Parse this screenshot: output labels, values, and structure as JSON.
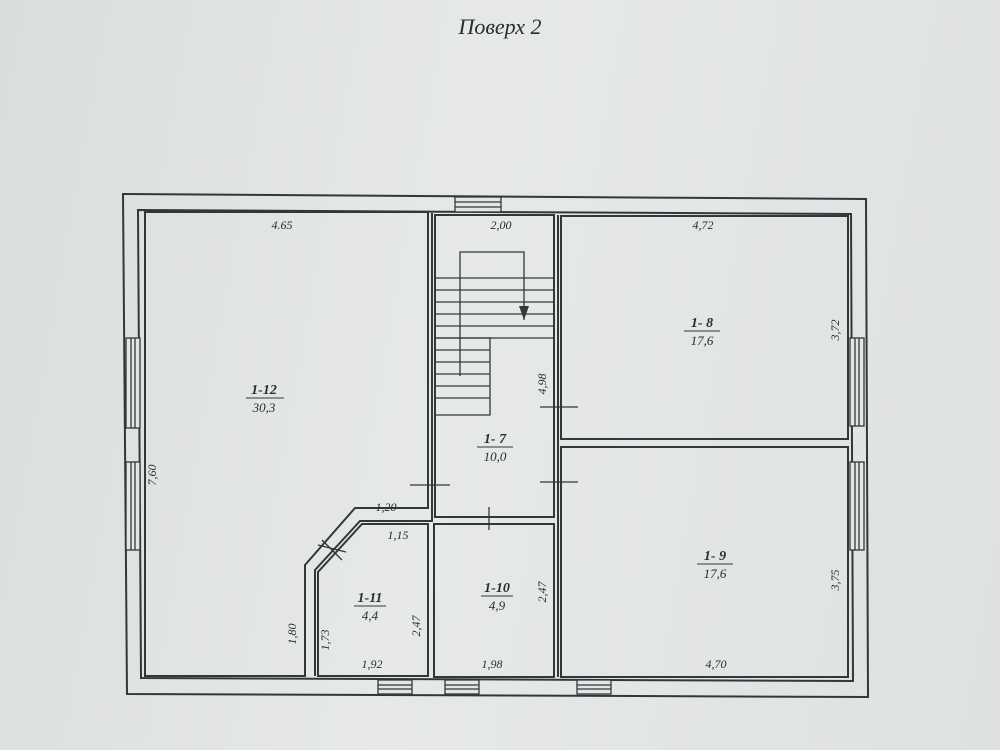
{
  "title": "Поверх 2",
  "rooms": [
    {
      "id": "1-12",
      "area": "30,3"
    },
    {
      "id": "1- 7",
      "area": "10,0"
    },
    {
      "id": "1- 8",
      "area": "17,6"
    },
    {
      "id": "1- 9",
      "area": "17,6"
    },
    {
      "id": "1-10",
      "area": "4,9"
    },
    {
      "id": "1-11",
      "area": "4,4"
    }
  ],
  "dimensions": {
    "room_1_12_width": "4.65",
    "room_1_12_height": "7,60",
    "stair_width": "2,00",
    "room_1_8_width": "4,72",
    "room_1_8_height": "3,72",
    "room_1_7_height": "4,98",
    "corridor_top": "1,20",
    "corridor_bottom": "1,15",
    "room_1_11_left_outer": "1,80",
    "room_1_11_left_inner": "1,73",
    "room_1_11_right": "2,47",
    "room_1_11_bottom": "1,92",
    "room_1_10_right": "2,47",
    "room_1_10_bottom": "1,98",
    "room_1_9_height": "3,75",
    "room_1_9_width": "4,70"
  }
}
